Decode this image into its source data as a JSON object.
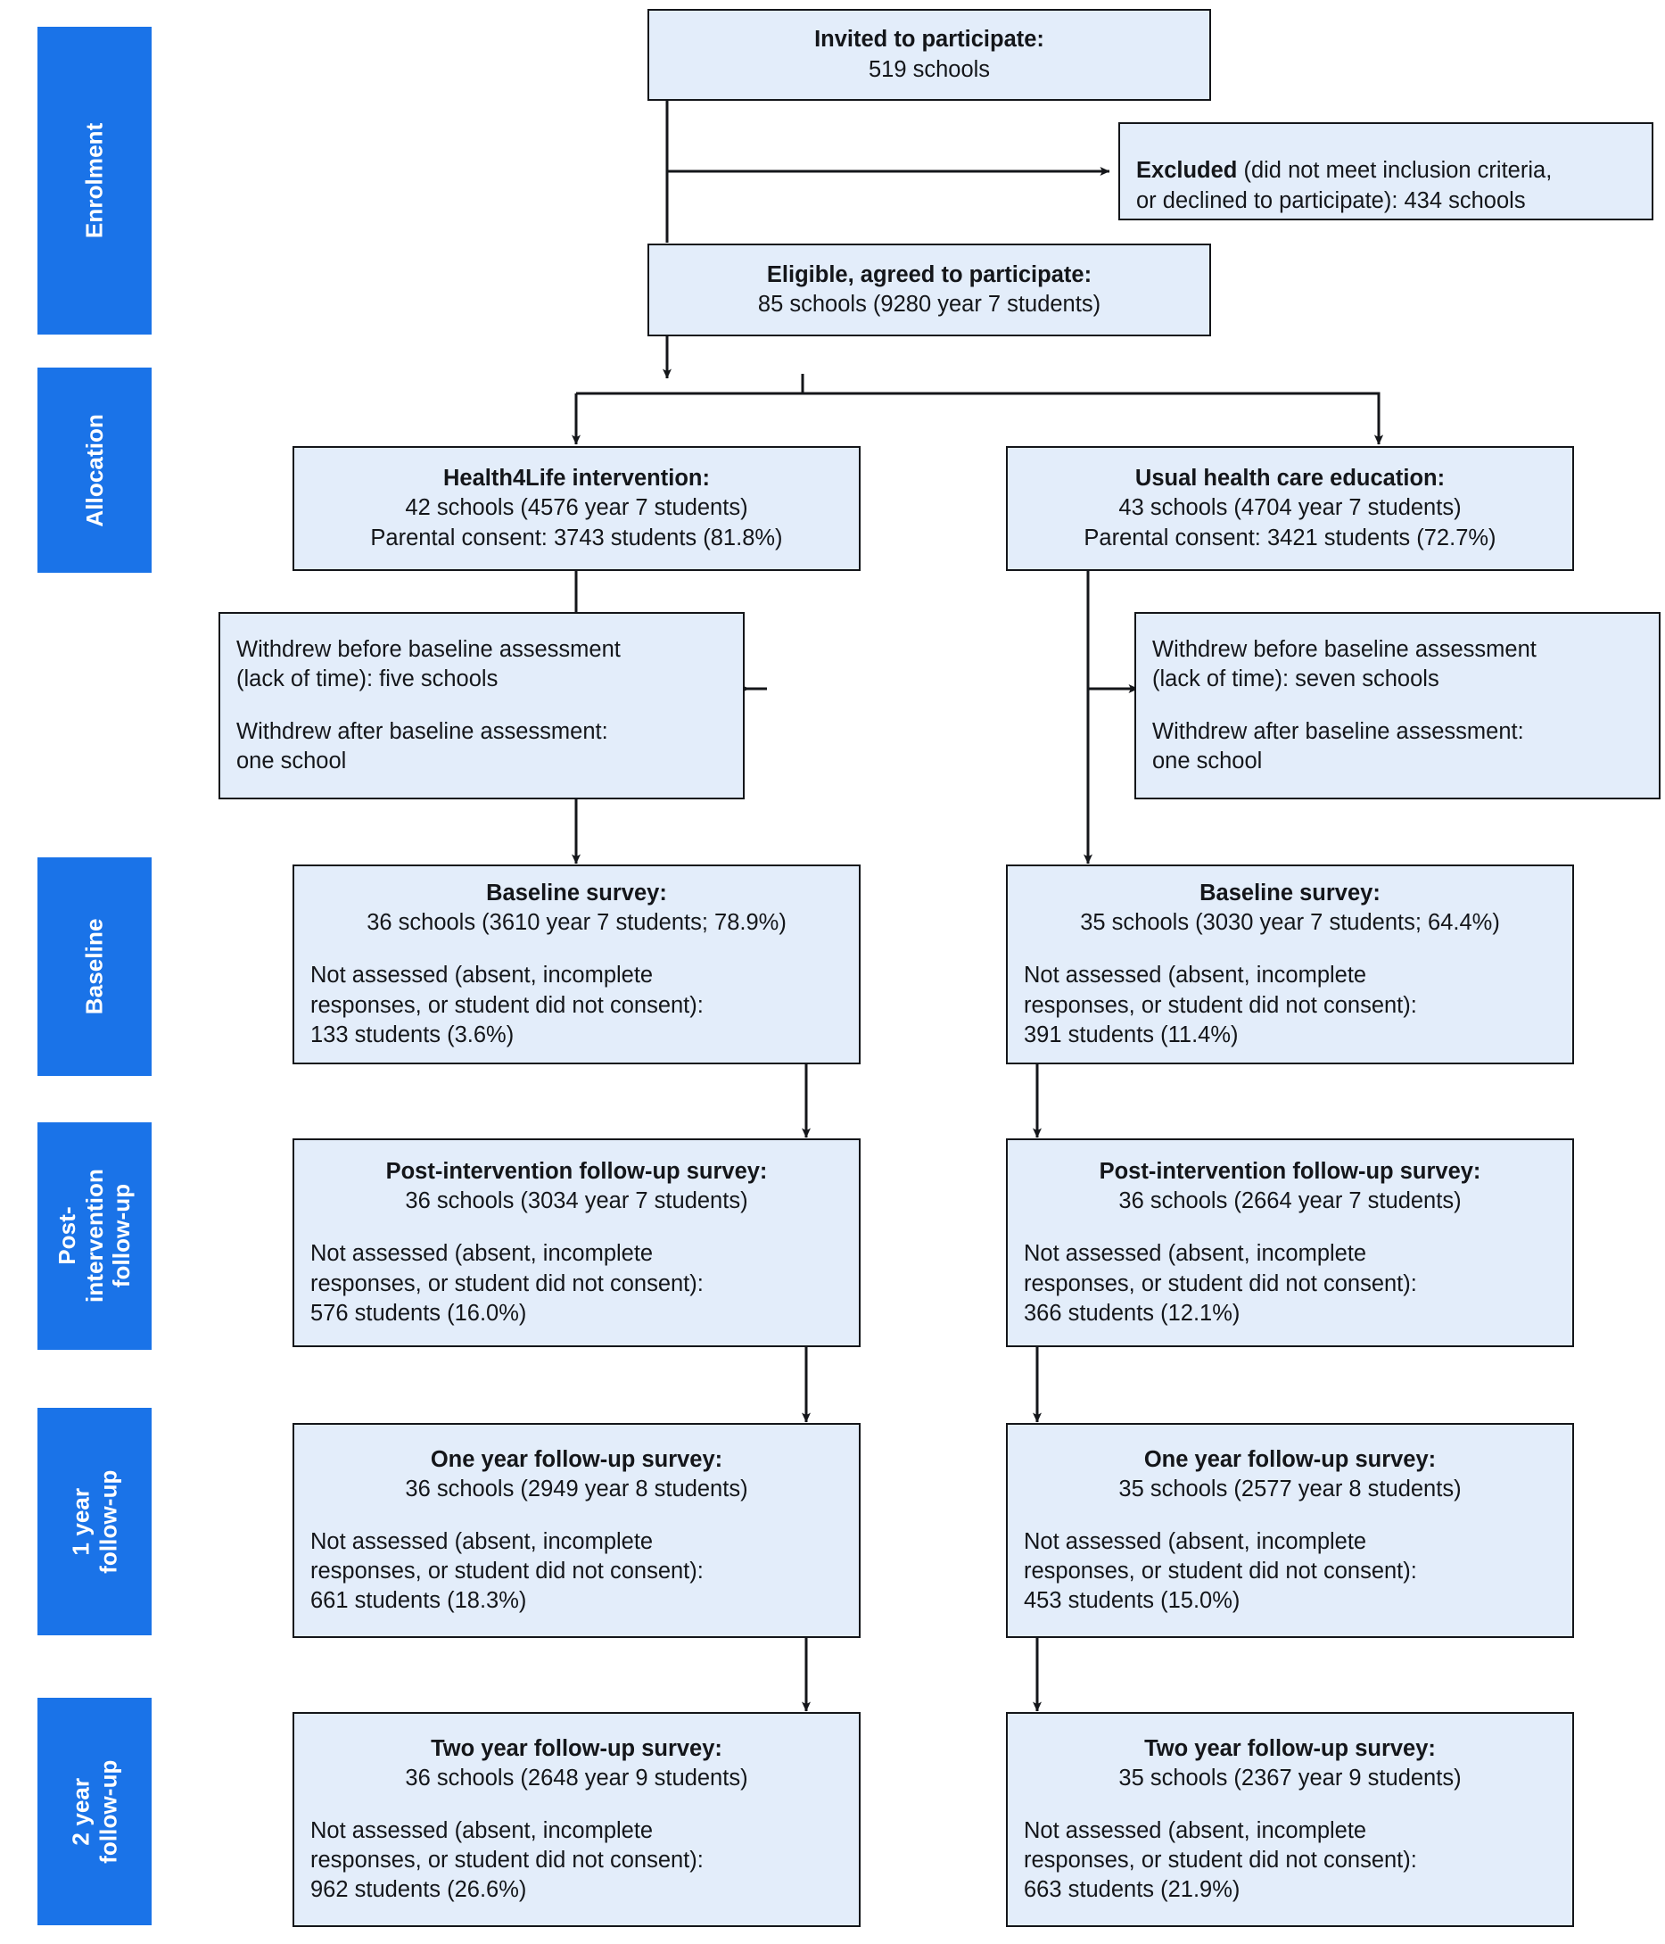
{
  "diagram": {
    "type": "CONSORT participant flow diagram",
    "accent_color": "#1a73e8",
    "box_fill": "#e3edfa",
    "box_border": "#14161a"
  },
  "stages": [
    {
      "id": "enrolment",
      "label": "Enrolment"
    },
    {
      "id": "allocation",
      "label": "Allocation"
    },
    {
      "id": "baseline",
      "label": "Baseline"
    },
    {
      "id": "post_intervention",
      "label": "Post-intervention\nfollow-up"
    },
    {
      "id": "one_year",
      "label": "1 year\nfollow-up"
    },
    {
      "id": "two_year",
      "label": "2 year\nfollow-up"
    }
  ],
  "nodes": {
    "invited": {
      "title": "Invited to participate:",
      "body": "519 schools"
    },
    "excluded": {
      "lead": "Excluded",
      "rest": " (did not meet inclusion criteria,\nor declined to participate): 434 schools"
    },
    "eligible": {
      "title": "Eligible, agreed to participate:",
      "body": "85 schools (9280 year 7 students)"
    },
    "alloc_intervention": {
      "title": "Health4Life intervention:",
      "body": "42 schools (4576 year 7 students)\nParental consent: 3743 students (81.8%)"
    },
    "alloc_control": {
      "title": "Usual health care education:",
      "body": "43 schools (4704 year 7 students)\nParental consent: 3421 students (72.7%)"
    },
    "withdrew_intervention": {
      "line1": "Withdrew before baseline assessment\n(lack of time): five schools",
      "line2": "Withdrew after baseline assessment:\none school"
    },
    "withdrew_control": {
      "line1": "Withdrew before baseline assessment\n(lack of time): seven schools",
      "line2": "Withdrew after baseline assessment:\none school"
    },
    "baseline_intervention": {
      "title": "Baseline survey:",
      "body": "36 schools (3610 year 7 students; 78.9%)",
      "not_assessed": "Not assessed (absent, incomplete\nresponses, or student did not consent):\n 133 students (3.6%)"
    },
    "baseline_control": {
      "title": "Baseline survey:",
      "body": "35 schools (3030 year 7 students; 64.4%)",
      "not_assessed": "Not assessed (absent, incomplete\nresponses, or student did not consent):\n391 students (11.4%)"
    },
    "post_intervention_intervention": {
      "title": "Post-intervention follow-up survey:",
      "body": "36 schools (3034 year 7 students)",
      "not_assessed": "Not assessed (absent, incomplete\nresponses, or student did not consent):\n576 students (16.0%)"
    },
    "post_intervention_control": {
      "title": "Post-intervention follow-up survey:",
      "body": "36 schools (2664 year 7 students)",
      "not_assessed": "Not assessed (absent, incomplete\nresponses, or student did not consent):\n366 students (12.1%)"
    },
    "one_year_intervention": {
      "title": "One year follow-up survey:",
      "body": "36 schools (2949 year 8 students)",
      "not_assessed": "Not assessed (absent, incomplete\nresponses, or student did not consent):\n661 students (18.3%)"
    },
    "one_year_control": {
      "title": "One year follow-up survey:",
      "body": "35 schools (2577 year 8 students)",
      "not_assessed": "Not assessed (absent, incomplete\nresponses, or student did not consent):\n453 students (15.0%)"
    },
    "two_year_intervention": {
      "title": "Two year follow-up survey:",
      "body": "36 schools (2648 year 9 students)",
      "not_assessed": "Not assessed (absent, incomplete\nresponses, or student did not consent):\n962 students (26.6%)"
    },
    "two_year_control": {
      "title": "Two year follow-up survey:",
      "body": "35 schools (2367 year 9 students)",
      "not_assessed": "Not assessed (absent, incomplete\nresponses, or student did not consent):\n663 students (21.9%)"
    }
  }
}
